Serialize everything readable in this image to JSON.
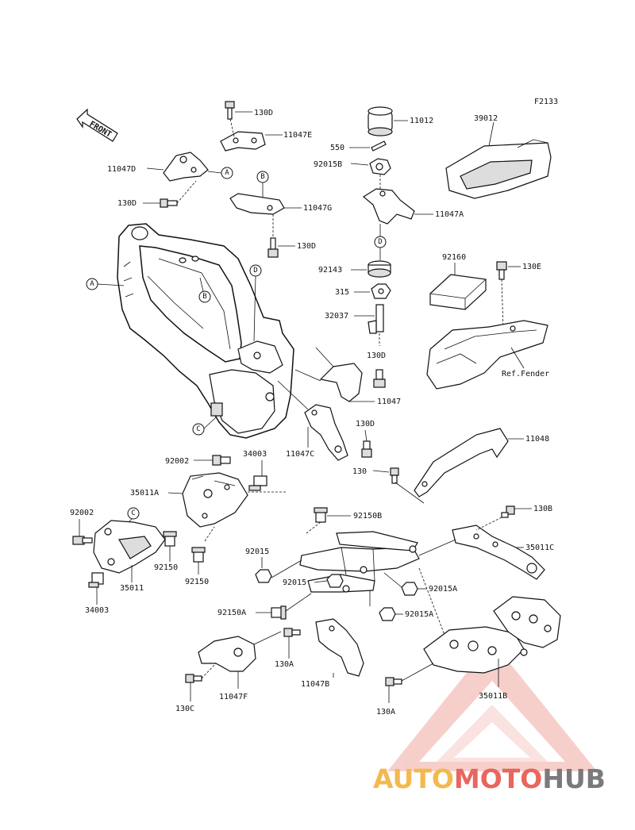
{
  "diagram_code": "F2133",
  "front_label": "FRONT",
  "fender_ref": "Ref.Fender",
  "callouts": [
    "A",
    "B",
    "C",
    "D"
  ],
  "labels": {
    "p130d_top": "130D",
    "p11047e": "11047E",
    "p11012": "11012",
    "p39012": "39012",
    "p550": "550",
    "p92015b": "92015B",
    "p11047d": "11047D",
    "p130d_left": "130D",
    "p11047g": "11047G",
    "p11047a": "11047A",
    "p130d_mid": "130D",
    "p92160": "92160",
    "p130e": "130E",
    "p92143": "92143",
    "p315": "315",
    "p32037": "32037",
    "p130d_low": "130D",
    "p11047": "11047",
    "p130d_c": "130D",
    "p11047c": "11047C",
    "p11048": "11048",
    "p92002_a": "92002",
    "p34003_a": "34003",
    "p35011a": "35011A",
    "p130": "130",
    "p92150b": "92150B",
    "p130b": "130B",
    "p92002_b": "92002",
    "p35011c": "35011C",
    "p92150_a": "92150",
    "p92015": "92015",
    "p92150": "92150",
    "p35011": "35011",
    "p92015_mid": "92015",
    "p92015a_a": "92015A",
    "p34003_b": "34003",
    "p92150a": "92150A",
    "p92015a_b": "92015A",
    "p130a_a": "130A",
    "p11047b": "11047B",
    "p11047f": "11047F",
    "p130c": "130C",
    "p130a_b": "130A",
    "p35011b": "35011B"
  },
  "watermark": {
    "part1": "AUTO",
    "part2": "MOTO",
    "part3": "HUB",
    "color_part1": "#f3b94f",
    "color_part2": "#e8665e",
    "color_part3": "#7a7a7a"
  }
}
